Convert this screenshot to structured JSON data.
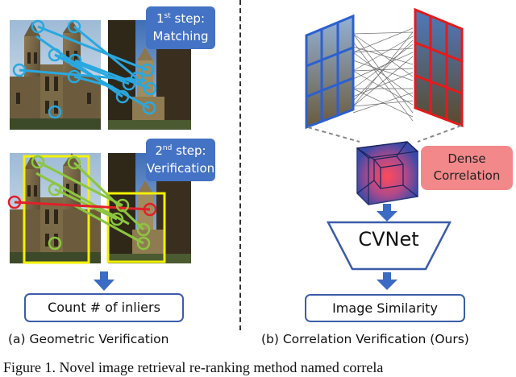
{
  "left_panel": {
    "step1": {
      "prefix": "1",
      "suffix": "st",
      "rest": " step:",
      "line2": "Matching"
    },
    "step2": {
      "prefix": "2",
      "suffix": "nd",
      "rest": " step:",
      "line2": "Verification"
    },
    "count_label": "Count # of inliers",
    "caption": "(a) Geometric Verification"
  },
  "right_panel": {
    "dense_line1": "Dense",
    "dense_line2": "Correlation",
    "cvnet_label": "CVNet",
    "similarity_label": "Image Similarity",
    "caption": "(b) Correlation Verification (Ours)"
  },
  "figure_caption": "Figure 1. Novel image retrieval re-ranking method named correla",
  "colors": {
    "match_line": "#29a8e0",
    "inlier_line": "#8cc63f",
    "outlier_line": "#e0202a",
    "bbox": "#f2f200",
    "badge": "#4472c4",
    "dense_box": "#f2888a",
    "left_grid": "#2c5fd1",
    "right_grid": "#e41b1b",
    "arrow": "#3b6bc4"
  }
}
